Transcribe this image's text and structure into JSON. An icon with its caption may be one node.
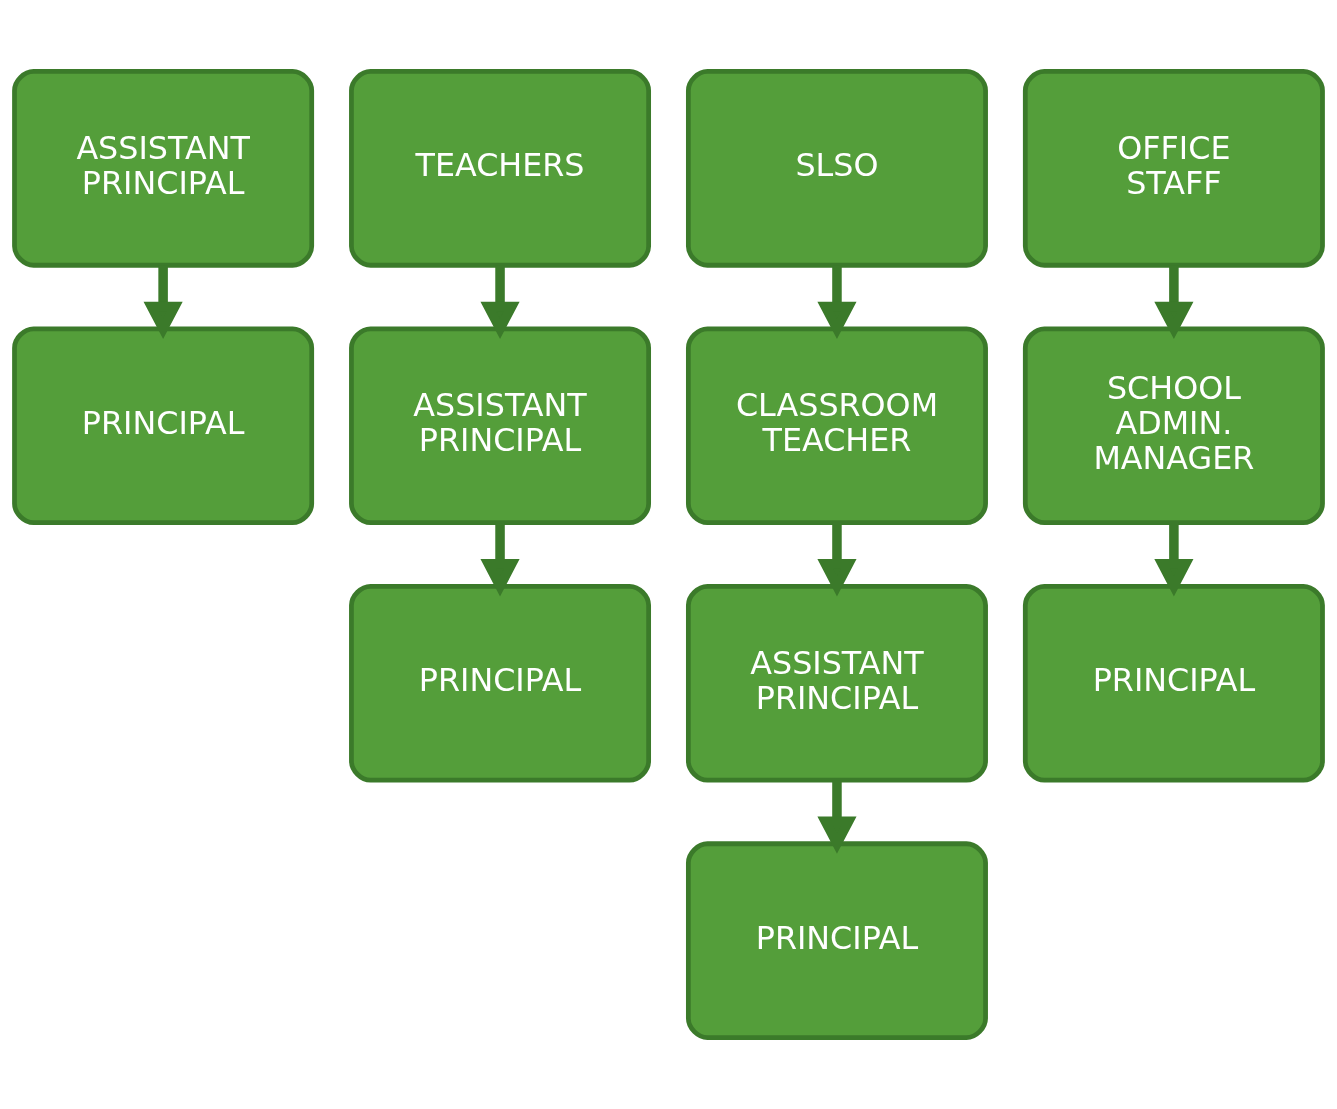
{
  "diagram": {
    "nodes": [
      {
        "text": [
          "ASSISTANT PRINCIPAL"
        ]
      },
      {
        "text": [
          "TEACHERS"
        ]
      },
      {
        "text": [
          "SLSO"
        ]
      },
      {
        "text": [
          "OFFICE STAFF"
        ]
      },
      {
        "text": [
          "PRINCIPAL"
        ]
      },
      {
        "text": [
          "ASSISTANT PRINCIPAL"
        ]
      },
      {
        "text": [
          "CLASSROOM TEACHER"
        ]
      },
      {
        "text": [
          "SCHOOL ADMIN. MANAGER"
        ]
      },
      {
        "text": [
          "PRINCIPAL"
        ]
      },
      {
        "text": [
          "ASSISTANT PRINCIPAL"
        ]
      },
      {
        "text": [
          "PRINCIPAL"
        ]
      },
      {
        "text": [
          "PRINCIPAL"
        ]
      }
    ],
    "edges": [
      {
        "from": 0,
        "to": 4,
        "arrow": "to"
      },
      {
        "from": 1,
        "to": 5,
        "arrow": "to"
      },
      {
        "from": 5,
        "to": 8,
        "arrow": "to"
      },
      {
        "from": 2,
        "to": 6,
        "arrow": "to"
      },
      {
        "from": 6,
        "to": 9,
        "arrow": "to"
      },
      {
        "from": 9,
        "to": 11,
        "arrow": "to"
      },
      {
        "from": 3,
        "to": 7,
        "arrow": "to"
      },
      {
        "from": 7,
        "to": 10,
        "arrow": "to"
      }
    ]
  }
}
